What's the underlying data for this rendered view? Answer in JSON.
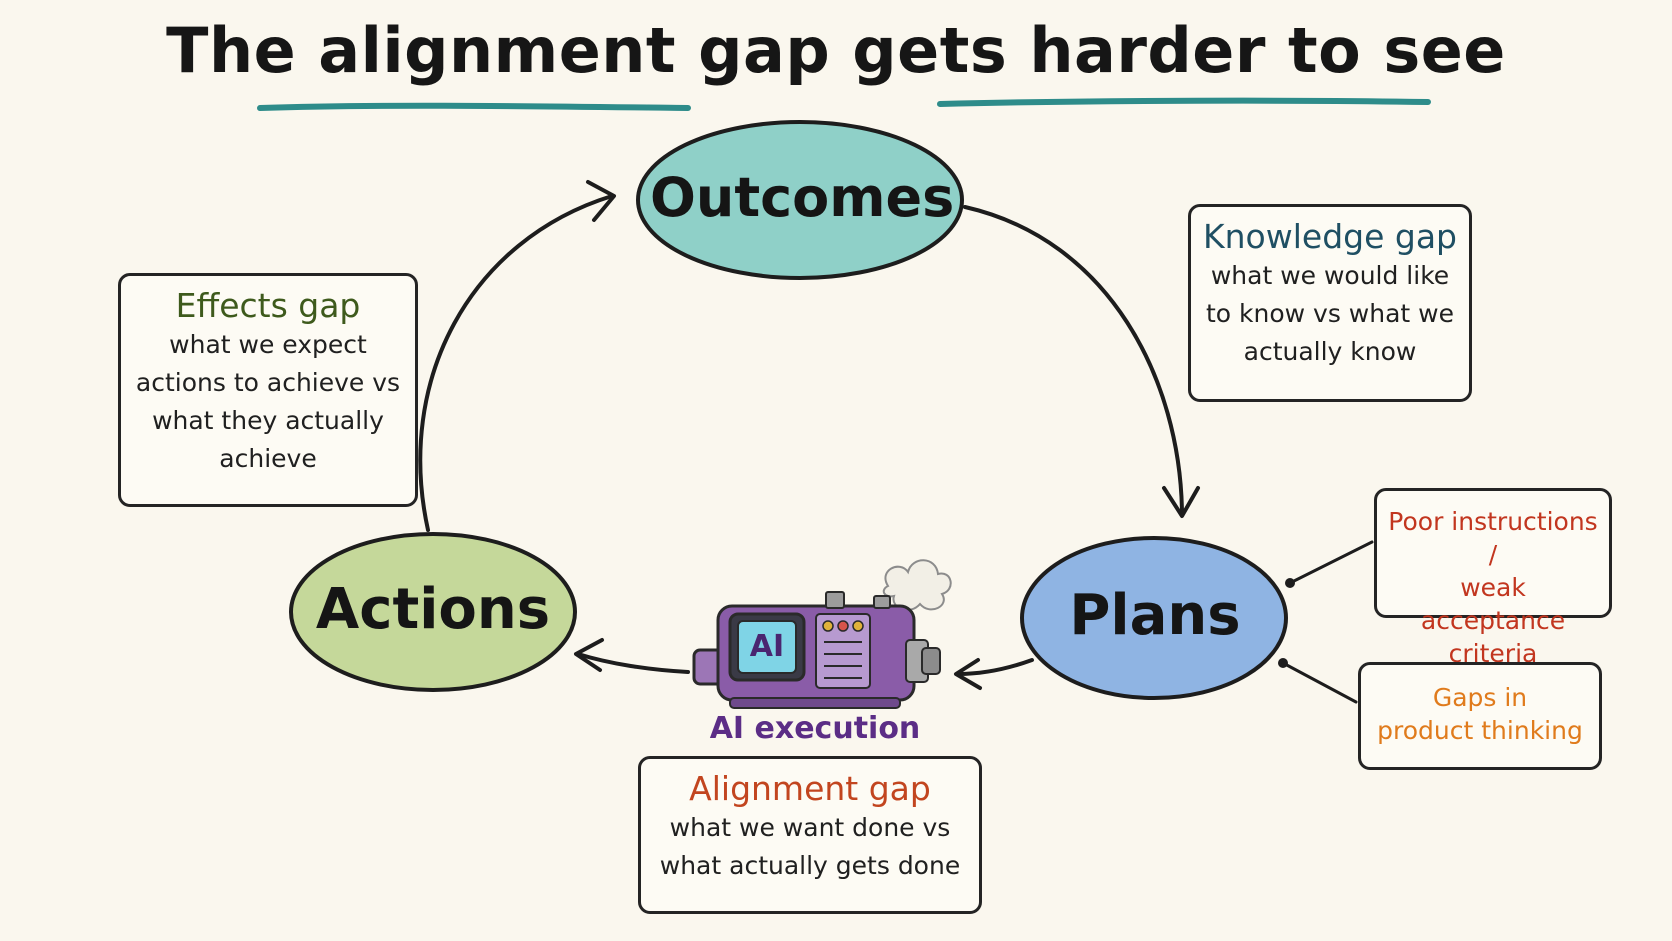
{
  "title": "The alignment gap gets harder to see",
  "nodes": {
    "outcomes": "Outcomes",
    "plans": "Plans",
    "actions": "Actions"
  },
  "ai_engine": {
    "screen_label": "AI",
    "caption": "AI execution"
  },
  "gaps": {
    "knowledge": {
      "title": "Knowledge gap",
      "lines": [
        "what we would like",
        "to know vs what we",
        "actually know"
      ]
    },
    "effects": {
      "title": "Effects gap",
      "lines": [
        "what we expect",
        "actions to achieve vs",
        "what they actually",
        "achieve"
      ]
    },
    "alignment": {
      "title": "Alignment gap",
      "lines": [
        "what we want done vs",
        "what actually gets done"
      ]
    }
  },
  "plan_issues": {
    "instructions": {
      "lines": [
        "Poor instructions /",
        "weak acceptance",
        "criteria"
      ]
    },
    "product": {
      "lines": [
        "Gaps in",
        "product thinking"
      ]
    }
  },
  "colors": {
    "outcomes_fill": "#8fd0c8",
    "plans_fill": "#8fb4e3",
    "actions_fill": "#c5d89a",
    "title_underline": "#2e8c8a",
    "knowledge_title": "#1f4f63",
    "effects_title": "#3e5a1c",
    "alignment_title": "#c2451f",
    "instructions_text": "#c2361f",
    "product_text": "#e07b1c",
    "ai_caption": "#5b2d86",
    "ai_body": "#8a5ca8"
  }
}
